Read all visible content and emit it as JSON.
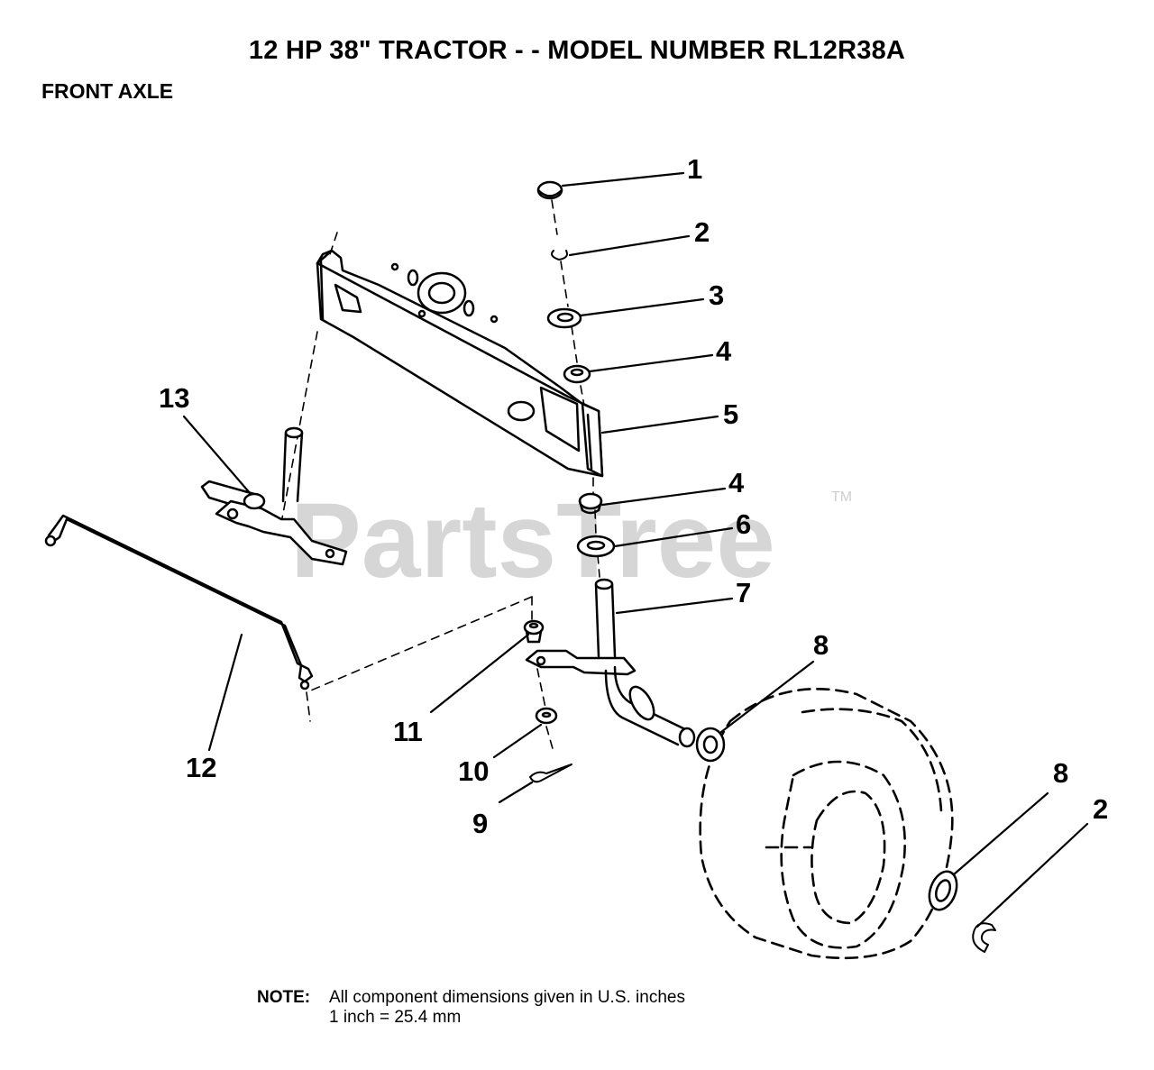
{
  "header": {
    "title": "12 HP 38\" TRACTOR - - MODEL NUMBER RL12R38A",
    "subtitle": "FRONT AXLE"
  },
  "watermark": {
    "text": "PartsTree",
    "tm": "TM"
  },
  "callouts": [
    "1",
    "2",
    "3",
    "4",
    "5",
    "4",
    "6",
    "7",
    "8",
    "11",
    "10",
    "9",
    "12",
    "13",
    "8",
    "2"
  ],
  "note": {
    "label": "NOTE:",
    "line1": "All component dimensions given in U.S. inches",
    "line2": "1 inch = 25.4 mm"
  },
  "colors": {
    "ink": "#000000",
    "watermark": "#d6d6d6",
    "background": "#ffffff"
  }
}
